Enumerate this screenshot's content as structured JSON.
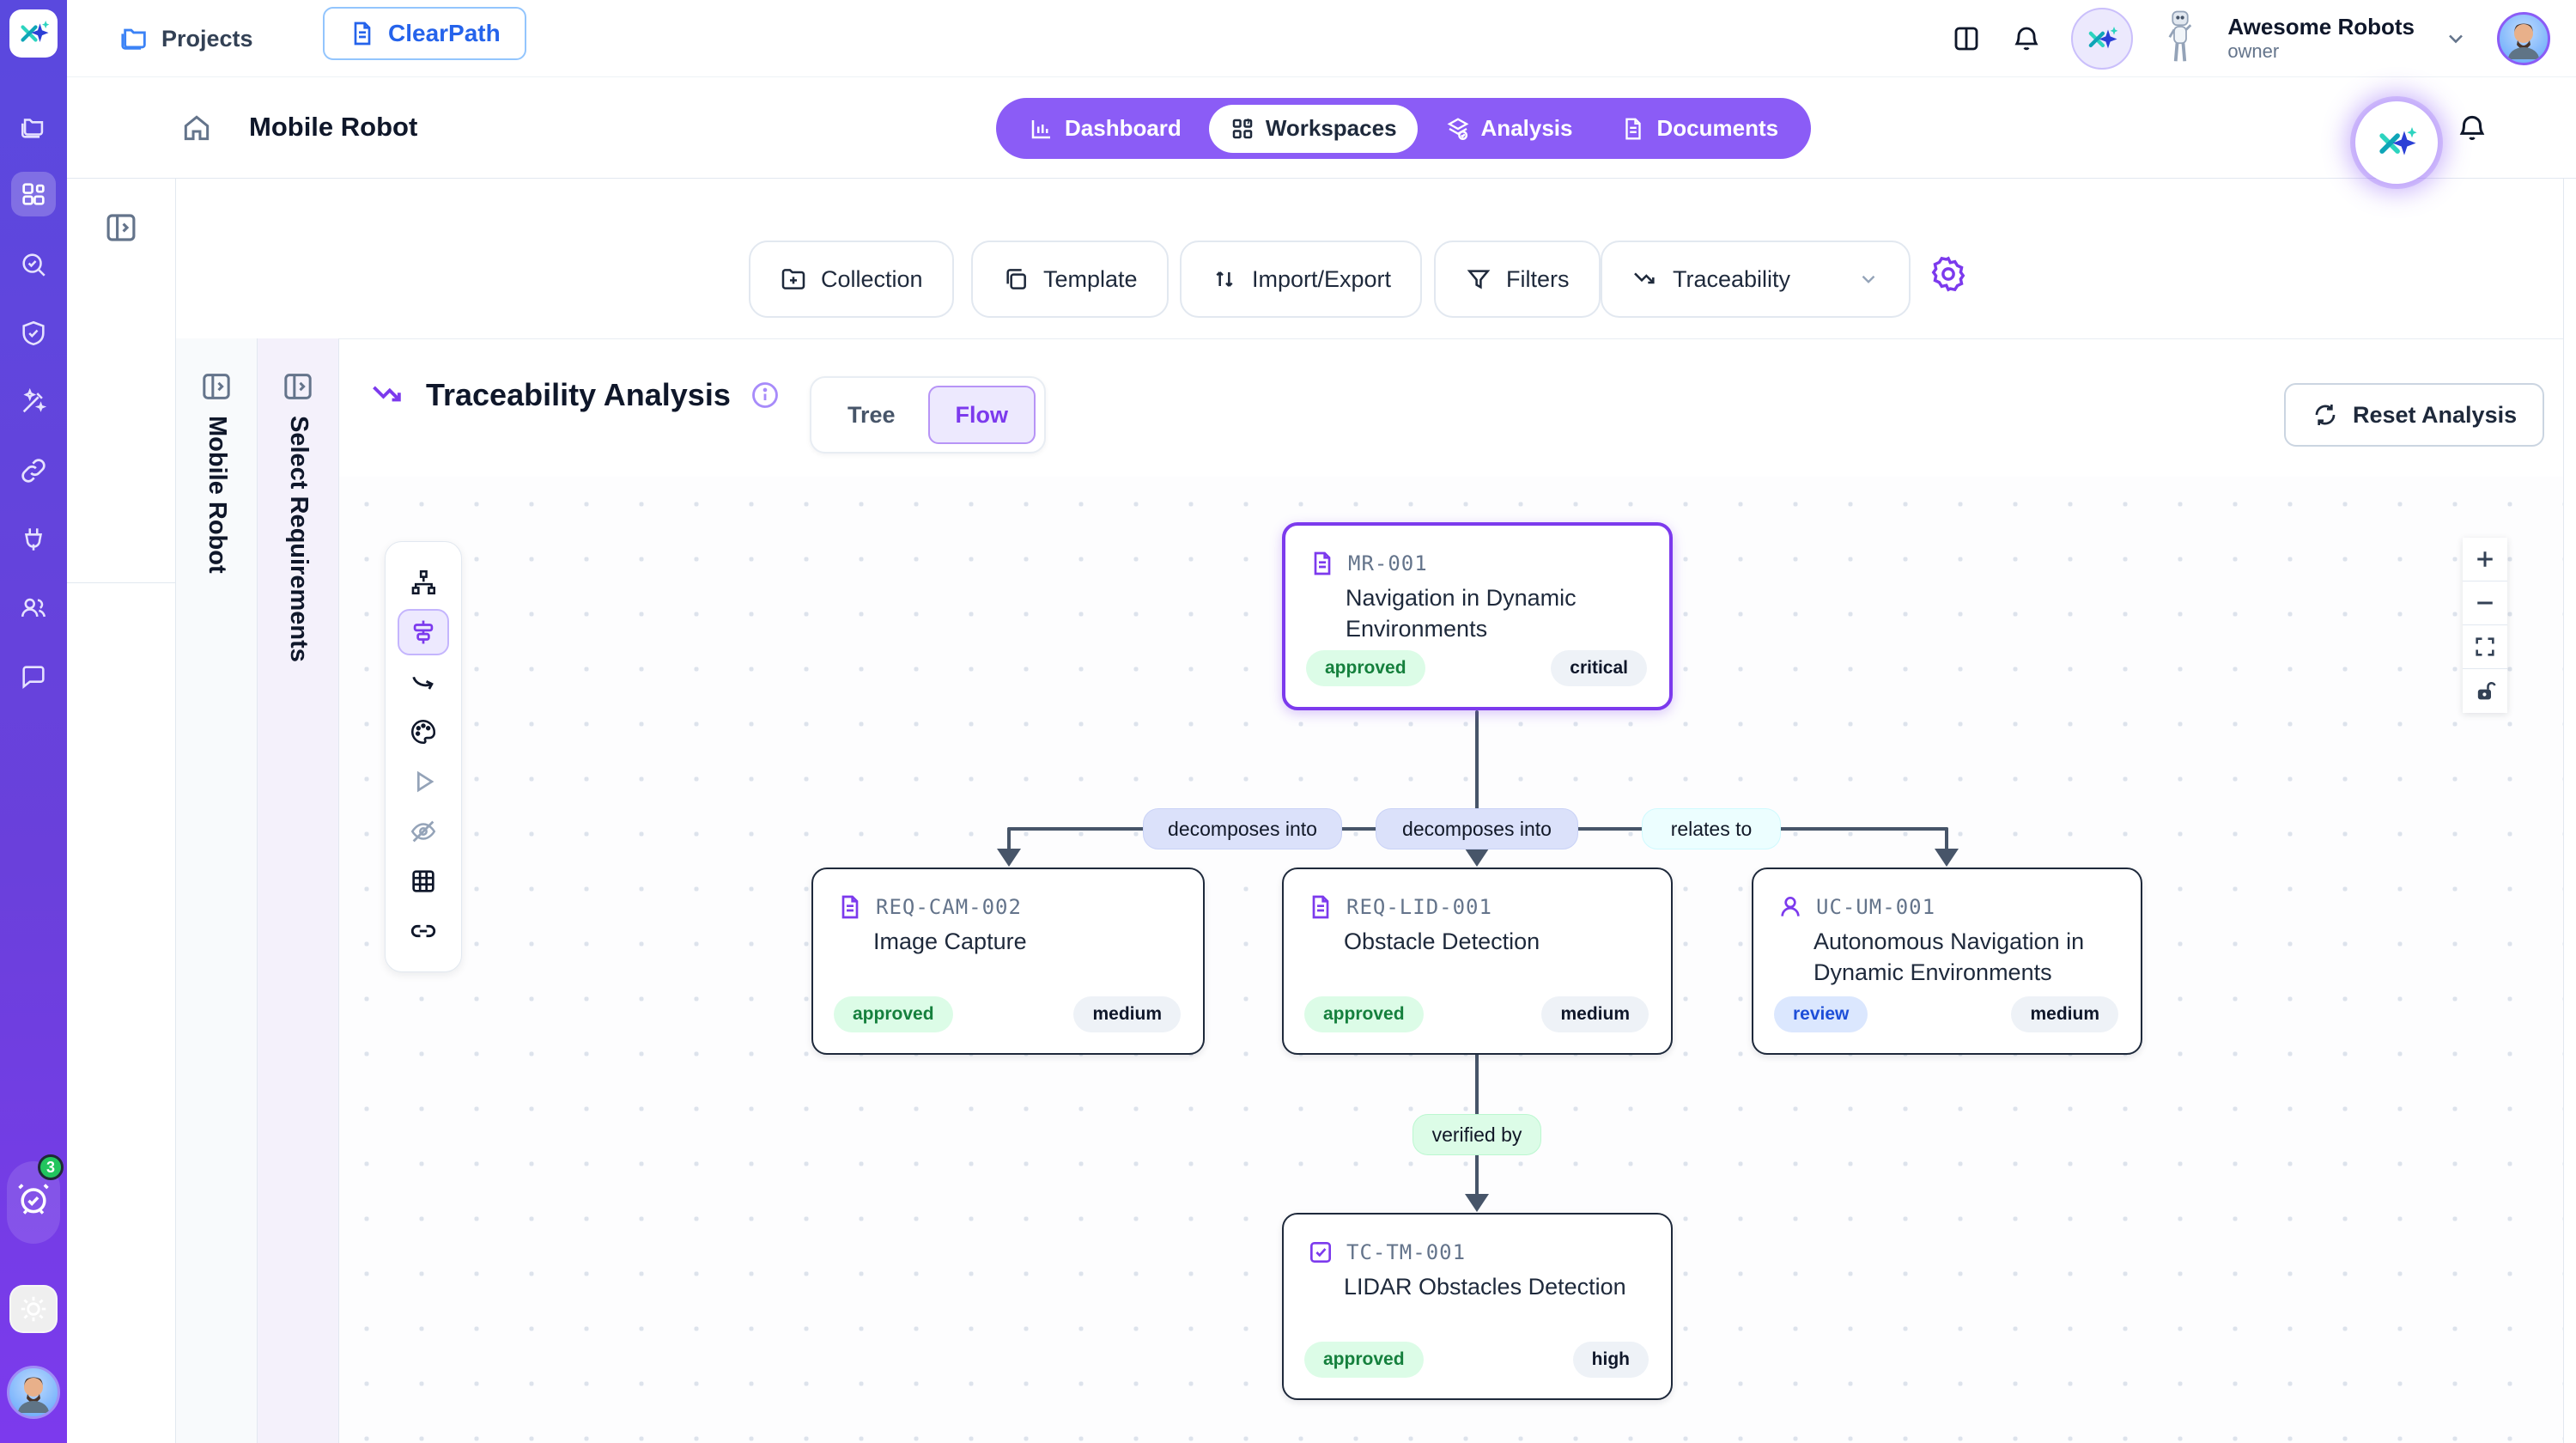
{
  "brand": {
    "name": "ClearPath"
  },
  "nav": {
    "projects": "Projects",
    "clearpath_tab": "ClearPath"
  },
  "account": {
    "name": "Awesome Robots",
    "role": "owner"
  },
  "header": {
    "project_title": "Mobile Robot",
    "tabs": {
      "dashboard": "Dashboard",
      "workspaces": "Workspaces",
      "analysis": "Analysis",
      "documents": "Documents"
    },
    "active_tab": "Workspaces"
  },
  "toolbar": {
    "collection": "Collection",
    "template": "Template",
    "import_export": "Import/Export",
    "filters": "Filters",
    "view_select": "Traceability"
  },
  "rails": {
    "clearpath": "ClearPath",
    "project": "Mobile Robot",
    "requirements": "Select Requirements"
  },
  "analysis": {
    "title": "Traceability Analysis",
    "tree": "Tree",
    "flow": "Flow",
    "active_view": "Flow",
    "reset": "Reset Analysis"
  },
  "notifications": {
    "count": "3"
  },
  "flow": {
    "nodes": [
      {
        "id": "MR-001",
        "title": "Navigation in Dynamic Environments",
        "status": "approved",
        "priority": "critical",
        "icon": "document-icon",
        "highlighted": true
      },
      {
        "id": "REQ-CAM-002",
        "title": "Image Capture",
        "status": "approved",
        "priority": "medium",
        "icon": "document-icon"
      },
      {
        "id": "REQ-LID-001",
        "title": "Obstacle Detection",
        "status": "approved",
        "priority": "medium",
        "icon": "document-icon"
      },
      {
        "id": "UC-UM-001",
        "title": "Autonomous Navigation in Dynamic Environments",
        "status": "review",
        "priority": "medium",
        "icon": "user-icon"
      },
      {
        "id": "TC-TM-001",
        "title": "LIDAR Obstacles Detection",
        "status": "approved",
        "priority": "high",
        "icon": "test-check-icon"
      }
    ],
    "edges": [
      {
        "label": "decomposes into"
      },
      {
        "label": "decomposes into"
      },
      {
        "label": "relates to"
      },
      {
        "label": "verified by"
      }
    ]
  },
  "colors": {
    "sidebar_purple": "#5a49de",
    "accent_purple": "#8b5cf6",
    "highlight_border": "#7c3aed",
    "edge": "#475569",
    "approved_bg": "#dcfce7",
    "approved_text": "#15803d",
    "review_bg": "#dbe7fe",
    "review_text": "#1d4ed8",
    "priority_bg": "#eef2f7",
    "link_blue": "#2563eb",
    "badge_green": "#22c55e"
  }
}
